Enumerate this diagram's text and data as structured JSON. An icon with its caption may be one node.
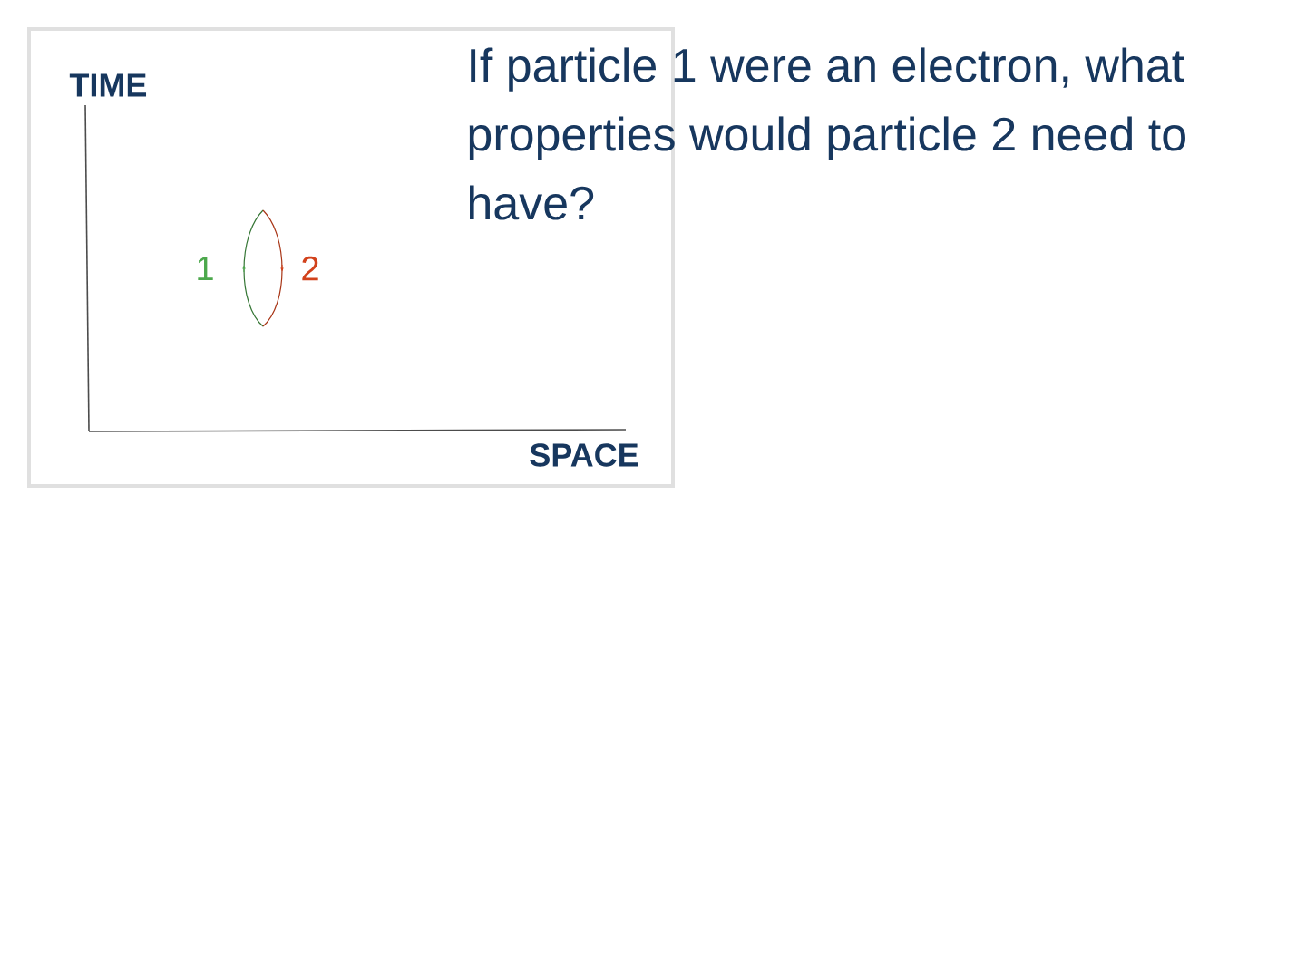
{
  "diagram": {
    "labels": [
      "TIME",
      "1",
      "2",
      "SPACE",
      "If particle 1 were an electron, what properties would particle 2 need to have?"
    ]
  }
}
